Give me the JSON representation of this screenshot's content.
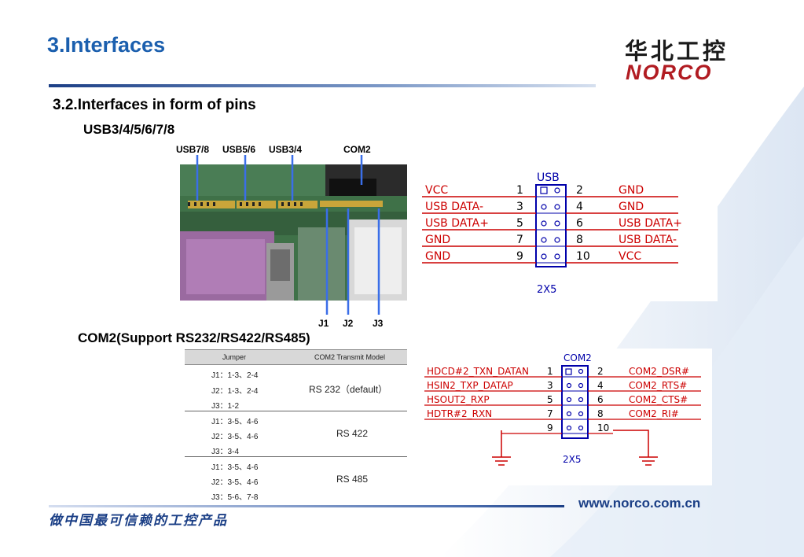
{
  "header": {
    "title": "3.Interfaces",
    "logo_cn": "华北工控",
    "logo_en": "NORCO"
  },
  "section": {
    "subtitle": "3.2.Interfaces in form of pins",
    "usb_heading": "USB3/4/5/6/7/8",
    "com_heading": "COM2(Support RS232/RS422/RS485)"
  },
  "photo_labels": {
    "usb78": "USB7/8",
    "usb56": "USB5/6",
    "usb34": "USB3/4",
    "com2": "COM2",
    "j1": "J1",
    "j2": "J2",
    "j3": "J3"
  },
  "usb_schematic": {
    "title": "USB",
    "size": "2X5",
    "left_pins": [
      {
        "signal": "VCC",
        "num": "1"
      },
      {
        "signal": "USB DATA-",
        "num": "3"
      },
      {
        "signal": "USB DATA+",
        "num": "5"
      },
      {
        "signal": "GND",
        "num": "7"
      },
      {
        "signal": "GND",
        "num": "9"
      }
    ],
    "right_pins": [
      {
        "num": "2",
        "signal": "GND"
      },
      {
        "num": "4",
        "signal": "GND"
      },
      {
        "num": "6",
        "signal": "USB DATA+"
      },
      {
        "num": "8",
        "signal": "USB DATA-"
      },
      {
        "num": "10",
        "signal": "VCC"
      }
    ]
  },
  "com_schematic": {
    "title": "COM2",
    "size": "2X5",
    "left_pins": [
      {
        "signal": "HDCD#2_TXN_DATAN",
        "num": "1"
      },
      {
        "signal": "HSIN2_TXP_DATAP",
        "num": "3"
      },
      {
        "signal": "HSOUT2_RXP",
        "num": "5"
      },
      {
        "signal": "HDTR#2_RXN",
        "num": "7"
      },
      {
        "signal": "",
        "num": "9"
      }
    ],
    "right_pins": [
      {
        "num": "2",
        "signal": "COM2_DSR#"
      },
      {
        "num": "4",
        "signal": "COM2_RTS#"
      },
      {
        "num": "6",
        "signal": "COM2_CTS#"
      },
      {
        "num": "8",
        "signal": "COM2_RI#"
      },
      {
        "num": "10",
        "signal": ""
      }
    ]
  },
  "jumper_table": {
    "headers": [
      "Jumper",
      "COM2 Transmit Model"
    ],
    "groups": [
      {
        "rows": [
          "J1：1-3、2-4",
          "J2：1-3、2-4",
          "J3：1-2"
        ],
        "mode": "RS 232（default）"
      },
      {
        "rows": [
          "J1：3-5、4-6",
          "J2：3-5、4-6",
          "J3：3-4"
        ],
        "mode": "RS 422"
      },
      {
        "rows": [
          "J1：3-5、4-6",
          "J2：3-5、4-6",
          "J3：5-6、7-8"
        ],
        "mode": "RS 485"
      }
    ]
  },
  "footer": {
    "slogan": "做中国最可信赖的工控产品",
    "url": "www.norco.com.cn"
  },
  "colors": {
    "title_blue": "#1b5fae",
    "schematic_red": "#cc0000",
    "schematic_blue": "#0000aa",
    "logo_red": "#b11c22"
  }
}
